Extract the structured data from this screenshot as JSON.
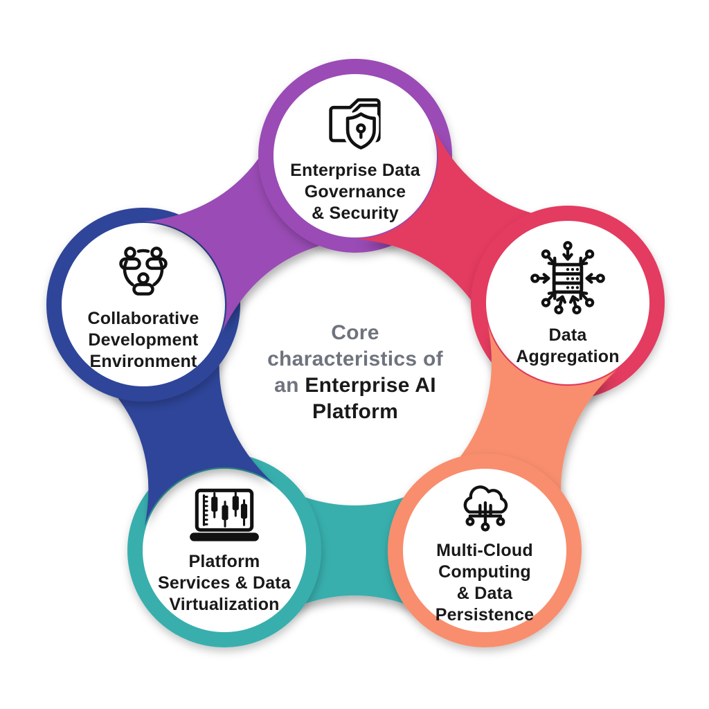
{
  "center": {
    "line1": "Core",
    "line2": "characteristics of",
    "line3_gray": "an",
    "line3_dark": "Enterprise AI",
    "line4": "Platform"
  },
  "nodes": [
    {
      "id": "enterprise-data-governance-security",
      "label": "Enterprise Data Governance & Security",
      "lines": [
        "Enterprise Data",
        "Governance",
        "& Security"
      ],
      "icon": "folder-shield-icon",
      "color": "#9a4cb5"
    },
    {
      "id": "data-aggregation",
      "label": "Data Aggregation",
      "lines": [
        "Data",
        "Aggregation"
      ],
      "icon": "server-arrows-icon",
      "color": "#e43a61"
    },
    {
      "id": "multi-cloud-computing-data-persistence",
      "label": "Multi-Cloud Computing & Data Persistence",
      "lines": [
        "Multi-Cloud",
        "Computing",
        "& Data",
        "Persistence"
      ],
      "icon": "cloud-network-icon",
      "color": "#f88e6d"
    },
    {
      "id": "platform-services-data-virtualization",
      "label": "Platform Services & Data Virtualization",
      "lines": [
        "Platform",
        "Services & Data",
        "Virtualization"
      ],
      "icon": "laptop-chart-icon",
      "color": "#39afad"
    },
    {
      "id": "collaborative-development-environment",
      "label": "Collaborative Development Environment",
      "lines": [
        "Collaborative",
        "Development",
        "Environment"
      ],
      "icon": "people-network-icon",
      "color": "#2e4499"
    }
  ],
  "palette": {
    "background": "#ffffff",
    "title_gray": "#6f737d",
    "text_dark": "#191919",
    "icon_black": "#111111"
  }
}
